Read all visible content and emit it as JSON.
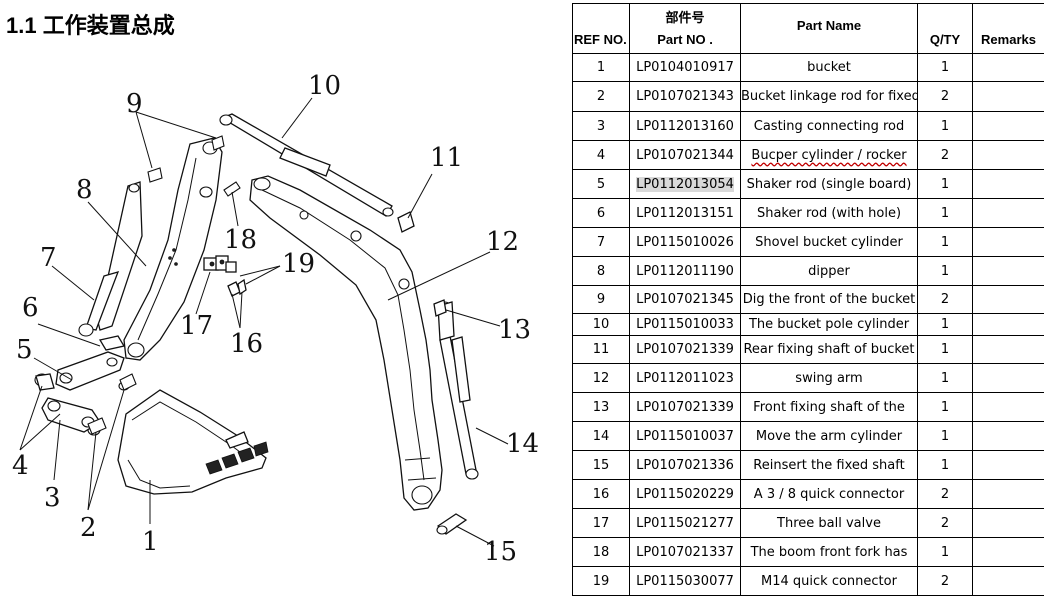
{
  "title": "1.1 工作装置总成",
  "diagram": {
    "callouts": [
      "1",
      "2",
      "3",
      "4",
      "5",
      "6",
      "7",
      "8",
      "9",
      "10",
      "11",
      "12",
      "13",
      "14",
      "15",
      "16",
      "17",
      "18",
      "19"
    ]
  },
  "table": {
    "headers": {
      "ref": "REF NO.",
      "part_no_cn": "部件号",
      "part_no": "Part NO .",
      "name": "Part Name",
      "qty": "Q/TY",
      "remarks": "Remarks"
    },
    "rows": [
      {
        "ref": "1",
        "part_no": "LP0104010917",
        "name": "bucket",
        "qty": "1",
        "remarks": ""
      },
      {
        "ref": "2",
        "part_no": "LP0107021343",
        "name": "Bucket linkage rod for fixed",
        "qty": "2",
        "remarks": ""
      },
      {
        "ref": "3",
        "part_no": "LP0112013160",
        "name": "Casting connecting rod",
        "qty": "1",
        "remarks": ""
      },
      {
        "ref": "4",
        "part_no": "LP0107021344",
        "name": "Bucper cylinder / rocker",
        "qty": "2",
        "remarks": ""
      },
      {
        "ref": "5",
        "part_no": "LP0112013054",
        "name": "Shaker rod (single board)",
        "qty": "1",
        "remarks": ""
      },
      {
        "ref": "6",
        "part_no": "LP0112013151",
        "name": "Shaker rod (with hole)",
        "qty": "1",
        "remarks": ""
      },
      {
        "ref": "7",
        "part_no": "LP0115010026",
        "name": "Shovel bucket cylinder",
        "qty": "1",
        "remarks": ""
      },
      {
        "ref": "8",
        "part_no": "LP0112011190",
        "name": "dipper",
        "qty": "1",
        "remarks": ""
      },
      {
        "ref": "9",
        "part_no": "LP0107021345",
        "name": "Dig the front of the bucket",
        "qty": "2",
        "remarks": ""
      },
      {
        "ref": "10",
        "part_no": "LP0115010033",
        "name": "The bucket pole cylinder",
        "qty": "1",
        "remarks": ""
      },
      {
        "ref": "11",
        "part_no": "LP0107021339",
        "name": "Rear fixing shaft of bucket",
        "qty": "1",
        "remarks": ""
      },
      {
        "ref": "12",
        "part_no": "LP0112011023",
        "name": "swing arm",
        "qty": "1",
        "remarks": ""
      },
      {
        "ref": "13",
        "part_no": "LP0107021339",
        "name": "Front fixing shaft of the",
        "qty": "1",
        "remarks": ""
      },
      {
        "ref": "14",
        "part_no": "LP0115010037",
        "name": "Move the arm cylinder",
        "qty": "1",
        "remarks": ""
      },
      {
        "ref": "15",
        "part_no": "LP0107021336",
        "name": "Reinsert the fixed shaft",
        "qty": "1",
        "remarks": ""
      },
      {
        "ref": "16",
        "part_no": "LP0115020229",
        "name": "A 3 / 8 quick connector",
        "qty": "2",
        "remarks": ""
      },
      {
        "ref": "17",
        "part_no": "LP0115021277",
        "name": "Three ball valve",
        "qty": "2",
        "remarks": ""
      },
      {
        "ref": "18",
        "part_no": "LP0107021337",
        "name": "The boom front fork has",
        "qty": "1",
        "remarks": ""
      },
      {
        "ref": "19",
        "part_no": "LP0115030077",
        "name": "M14 quick connector",
        "qty": "2",
        "remarks": ""
      }
    ]
  }
}
